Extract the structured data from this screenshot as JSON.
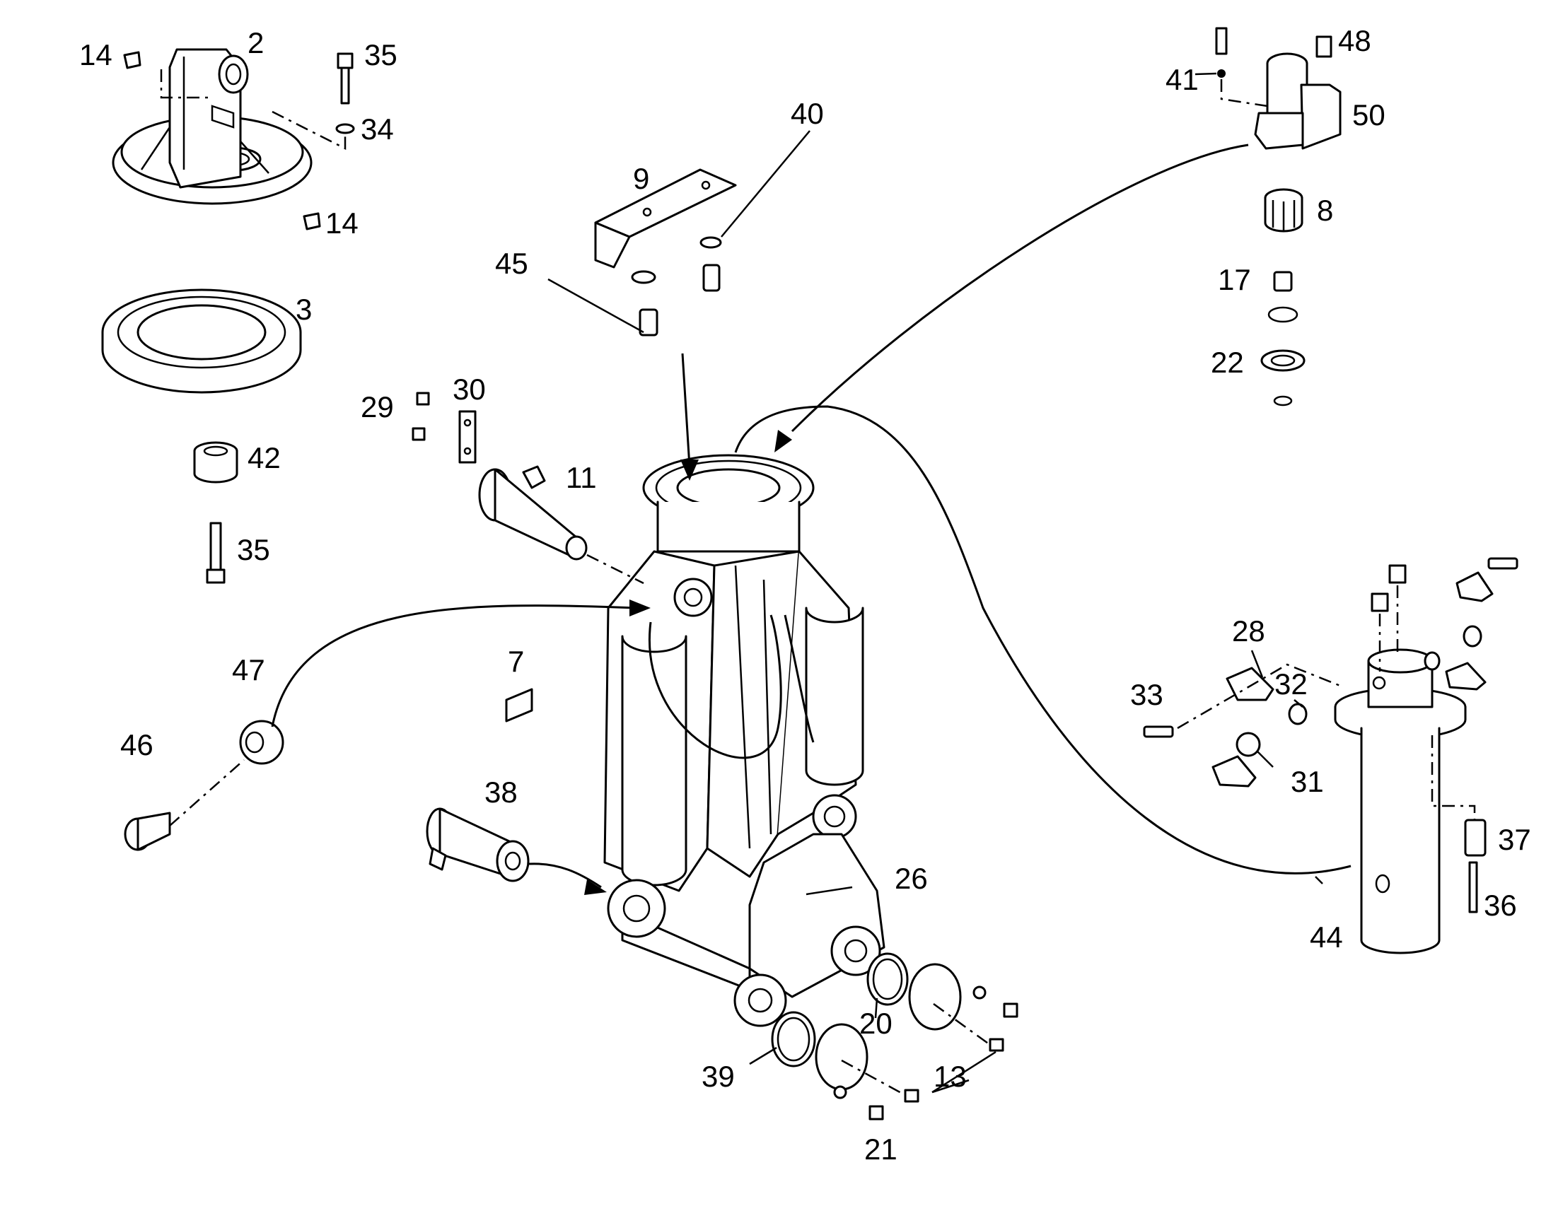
{
  "colors": {
    "background": "#ffffff",
    "ink": "#000000"
  },
  "callouts": [
    {
      "id": "c14a",
      "label": "14"
    },
    {
      "id": "c2",
      "label": "2"
    },
    {
      "id": "c35a",
      "label": "35"
    },
    {
      "id": "c34",
      "label": "34"
    },
    {
      "id": "c14b",
      "label": "14"
    },
    {
      "id": "c3",
      "label": "3"
    },
    {
      "id": "c42",
      "label": "42"
    },
    {
      "id": "c35b",
      "label": "35"
    },
    {
      "id": "c9",
      "label": "9"
    },
    {
      "id": "c40",
      "label": "40"
    },
    {
      "id": "c45",
      "label": "45"
    },
    {
      "id": "c29",
      "label": "29"
    },
    {
      "id": "c30",
      "label": "30"
    },
    {
      "id": "c11",
      "label": "11"
    },
    {
      "id": "c7",
      "label": "7"
    },
    {
      "id": "c47",
      "label": "47"
    },
    {
      "id": "c46",
      "label": "46"
    },
    {
      "id": "c38",
      "label": "38"
    },
    {
      "id": "c26",
      "label": "26"
    },
    {
      "id": "c20",
      "label": "20"
    },
    {
      "id": "c39",
      "label": "39"
    },
    {
      "id": "c13",
      "label": "13"
    },
    {
      "id": "c21",
      "label": "21"
    },
    {
      "id": "c41",
      "label": "41"
    },
    {
      "id": "c48",
      "label": "48"
    },
    {
      "id": "c50",
      "label": "50"
    },
    {
      "id": "c8",
      "label": "8"
    },
    {
      "id": "c17",
      "label": "17"
    },
    {
      "id": "c22",
      "label": "22"
    },
    {
      "id": "c28",
      "label": "28"
    },
    {
      "id": "c33",
      "label": "33"
    },
    {
      "id": "c32",
      "label": "32"
    },
    {
      "id": "c31",
      "label": "31"
    },
    {
      "id": "c37",
      "label": "37"
    },
    {
      "id": "c36",
      "label": "36"
    },
    {
      "id": "c44",
      "label": "44"
    }
  ]
}
